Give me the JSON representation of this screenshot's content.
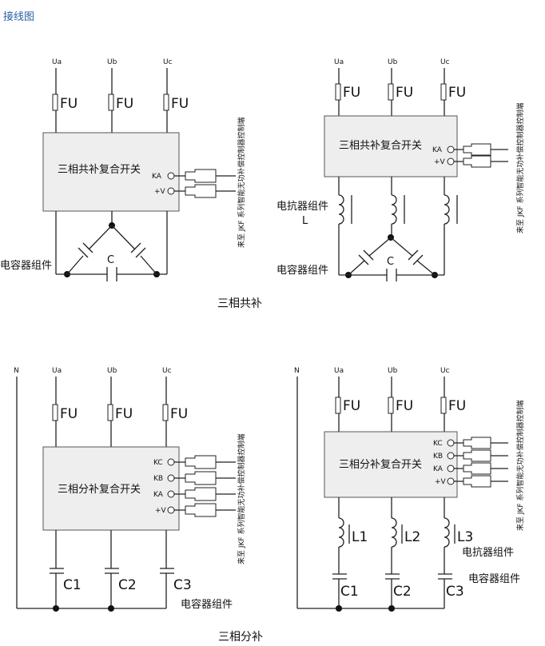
{
  "header": {
    "title": "接线图"
  },
  "diagrams": {
    "top_left": {
      "phases": [
        "Ua",
        "Ub",
        "Uc"
      ],
      "fuse": "FU",
      "switch": "三相共补复合开关",
      "ports": [
        "KA",
        "+V"
      ],
      "capacitor": "C",
      "cap_group": "电容器组件",
      "side_note": "来至 JKF 系列智能无功补偿控制器控制端"
    },
    "top_right": {
      "phases": [
        "Ua",
        "Ub",
        "Uc"
      ],
      "fuse": "FU",
      "switch": "三相共补复合开关",
      "ports": [
        "KA",
        "+V"
      ],
      "reactor_group": "电抗器组件",
      "reactor_label": "L",
      "capacitor": "C",
      "cap_group": "电容器组件",
      "side_note": "来至 JKF 系列智能无功补偿控制器控制端"
    },
    "bottom_left": {
      "neutral": "N",
      "phases": [
        "Ua",
        "Ub",
        "Uc"
      ],
      "fuse": "FU",
      "switch": "三相分补复合开关",
      "ports": [
        "KC",
        "KB",
        "KA",
        "+V"
      ],
      "capacitors": [
        "C1",
        "C2",
        "C3"
      ],
      "cap_group": "电容器组件",
      "side_note": "来至 JKF 系列智能无功补偿控制器控制端"
    },
    "bottom_right": {
      "neutral": "N",
      "phases": [
        "Ua",
        "Ub",
        "Uc"
      ],
      "fuse": "FU",
      "switch": "三相分补复合开关",
      "ports": [
        "KC",
        "KB",
        "KA",
        "+V"
      ],
      "reactors": [
        "L1",
        "L2",
        "L3"
      ],
      "reactor_group": "电抗器组件",
      "capacitors": [
        "C1",
        "C2",
        "C3"
      ],
      "cap_group": "电容器组件",
      "side_note": "来至 JKF 系列智能无功补偿控制器控制端"
    }
  },
  "captions": {
    "common": "三相共补",
    "split": "三相分补"
  }
}
